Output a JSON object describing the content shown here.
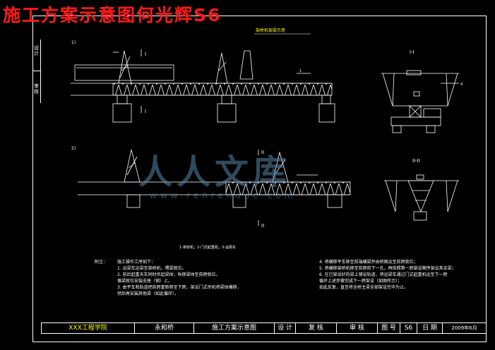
{
  "headline": "施工方案示意图何光辉S6",
  "strip_labels": [
    "设计",
    "审核"
  ],
  "drawing_title": "架桥机架梁示意",
  "stage_labels": [
    "1)",
    "2)"
  ],
  "section_marks": [
    "I",
    "I",
    "I-I",
    "II",
    "II",
    "II-II"
  ],
  "item_numbers": [
    "1",
    "4"
  ],
  "caption": "1-架桥机；2-门式起重机；3-运梁车",
  "notes_heading": "附注：",
  "notes_left": [
    "施工操作工序如下：",
    "1. 运梁车运梁至架桥机，喂梁就位。",
    "2. 前后起重天车同时吊起梁体，纵移梁体至前跨就位。",
    "   落梁就位安装支座（钢）上。",
    "3. 由平车和轨道把前跨重新移至下跨，架设门式吊机将梁体横移，",
    "   然后再安装其他梁（如此循环）。"
  ],
  "notes_right": [
    "4. 将横移平车移至前端横梁并由桥面运至前跨就位；",
    "5. 将横移架桥机移至前跨前下一孔，再依照第一跨架设顺序架设其余梁；",
    "6. 在已架设好的梁上铺设轨道，将运梁车通过门式起重机运至下一跨",
    "   循环上述步骤完成下一跨架设（如图所示）；",
    "如此反复，直至将全桥主梁全部架设完毕为止。"
  ],
  "title_block": {
    "school": "XXX工程学院",
    "project": "永和桥",
    "drawing_name": "施工方案示意图",
    "design": "设 计",
    "review": "复 核",
    "approve": "审 核",
    "sheet_label": "图 号",
    "sheet_no": "S6",
    "date_label": "日 期",
    "date_value": "2009年6月"
  },
  "watermark": {
    "main": "人人文库",
    "url": "www.renrendoc.com"
  },
  "colors": {
    "headline": "#ff1a1a",
    "lines": "#ffffff",
    "accent": "#ffff00",
    "watermark": "#5a86a8"
  }
}
